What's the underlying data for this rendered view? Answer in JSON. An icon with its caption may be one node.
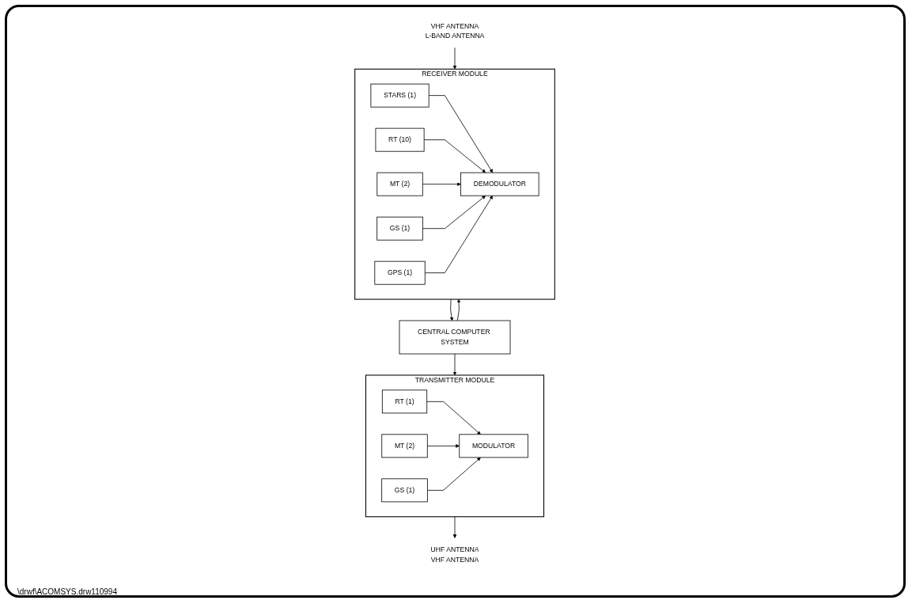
{
  "diagram": {
    "nodes": [
      {
        "text": [
          "VHF ANTENNA",
          "L-BAND ANTENNA"
        ]
      },
      {
        "text": [
          "RECEIVER MODULE"
        ]
      },
      {
        "text": [
          "STARS (1)"
        ],
        "in": 1
      },
      {
        "text": [
          "RT (10)"
        ],
        "in": 1
      },
      {
        "text": [
          "MT (2)"
        ],
        "in": 1
      },
      {
        "text": [
          "GS (1)"
        ],
        "in": 1
      },
      {
        "text": [
          "GPS (1)"
        ],
        "in": 1
      },
      {
        "text": [
          "DEMODULATOR"
        ],
        "in": 1
      },
      {
        "text": [
          "UHF ANTENNA",
          "VHF ANTENNA"
        ]
      },
      {
        "text": [
          "TRANSMITTER MODULE"
        ]
      },
      {
        "text": [
          "RT (1)"
        ],
        "in": 9
      },
      {
        "text": [
          "MT (2)"
        ],
        "in": 9
      },
      {
        "text": [
          "GS (1)"
        ],
        "in": 9
      },
      {
        "text": [
          "MODULATOR"
        ],
        "in": 9
      },
      {
        "text": [
          "CENTRAL COMPUTER SYSTEM"
        ]
      }
    ],
    "edges": [
      {
        "from": 0,
        "to": 1,
        "arrow": "to"
      },
      {
        "from": 2,
        "to": 7,
        "arrow": "to"
      },
      {
        "from": 3,
        "to": 7,
        "arrow": "to"
      },
      {
        "from": 4,
        "to": 7,
        "arrow": "to"
      },
      {
        "from": 5,
        "to": 7,
        "arrow": "to"
      },
      {
        "from": 6,
        "to": 7,
        "arrow": "to"
      },
      {
        "from": 9,
        "to": 8,
        "arrow": "to"
      },
      {
        "from": 10,
        "to": 13,
        "arrow": "to"
      },
      {
        "from": 11,
        "to": 13,
        "arrow": "to"
      },
      {
        "from": 12,
        "to": 13,
        "arrow": "to"
      },
      {
        "from": 1,
        "to": 14,
        "arrow": "to"
      },
      {
        "from": 14,
        "to": 1,
        "arrow": "to"
      },
      {
        "from": 14,
        "to": 9,
        "arrow": "to"
      }
    ],
    "labels": [
      "\\drwf\\ACOMSYS.drw110994"
    ]
  }
}
